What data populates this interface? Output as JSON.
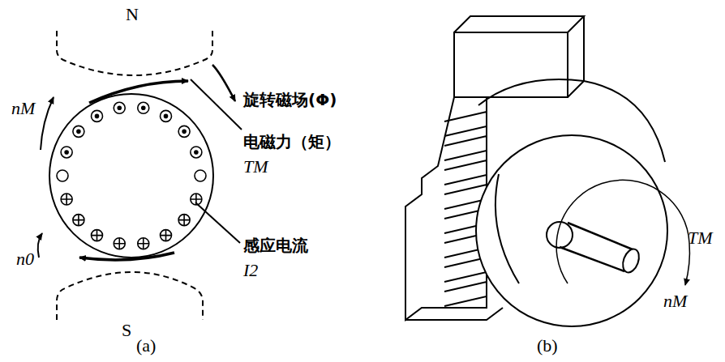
{
  "diagram": {
    "labels": [
      "N",
      "旋转磁场(Φ)",
      "nM",
      "电磁力（矩）",
      "TM",
      "感应电流",
      "I2",
      "n0",
      "S",
      "(a)",
      "TM",
      "nM",
      "(b)"
    ]
  }
}
